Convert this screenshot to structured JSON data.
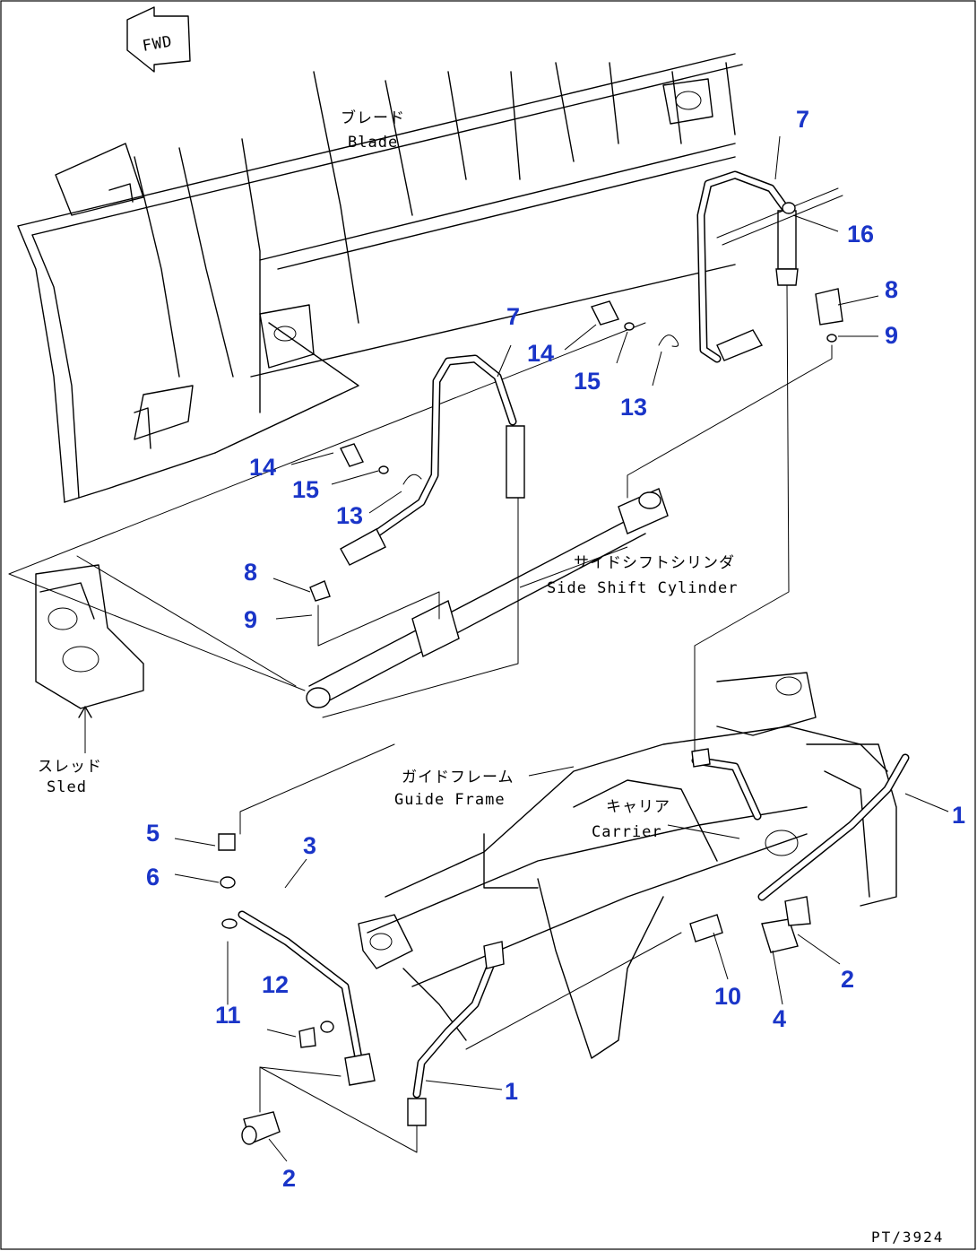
{
  "labels": {
    "fwd": "FWD",
    "blade_jp": "ブレード",
    "blade_en": "Blade",
    "cylinder_jp": "サイドシフトシリンダ",
    "cylinder_en": "Side Shift Cylinder",
    "sled_jp": "スレッド",
    "sled_en": "Sled",
    "guide_jp": "ガイドフレーム",
    "guide_en": "Guide Frame",
    "carrier_jp": "キャリア",
    "carrier_en": "Carrier"
  },
  "callouts": [
    "7",
    "16",
    "8",
    "9",
    "14",
    "15",
    "13",
    "7",
    "14",
    "15",
    "13",
    "8",
    "9",
    "1",
    "5",
    "6",
    "3",
    "12",
    "11",
    "10",
    "2",
    "4",
    "1",
    "2"
  ],
  "drawing_code": "PT/3924"
}
